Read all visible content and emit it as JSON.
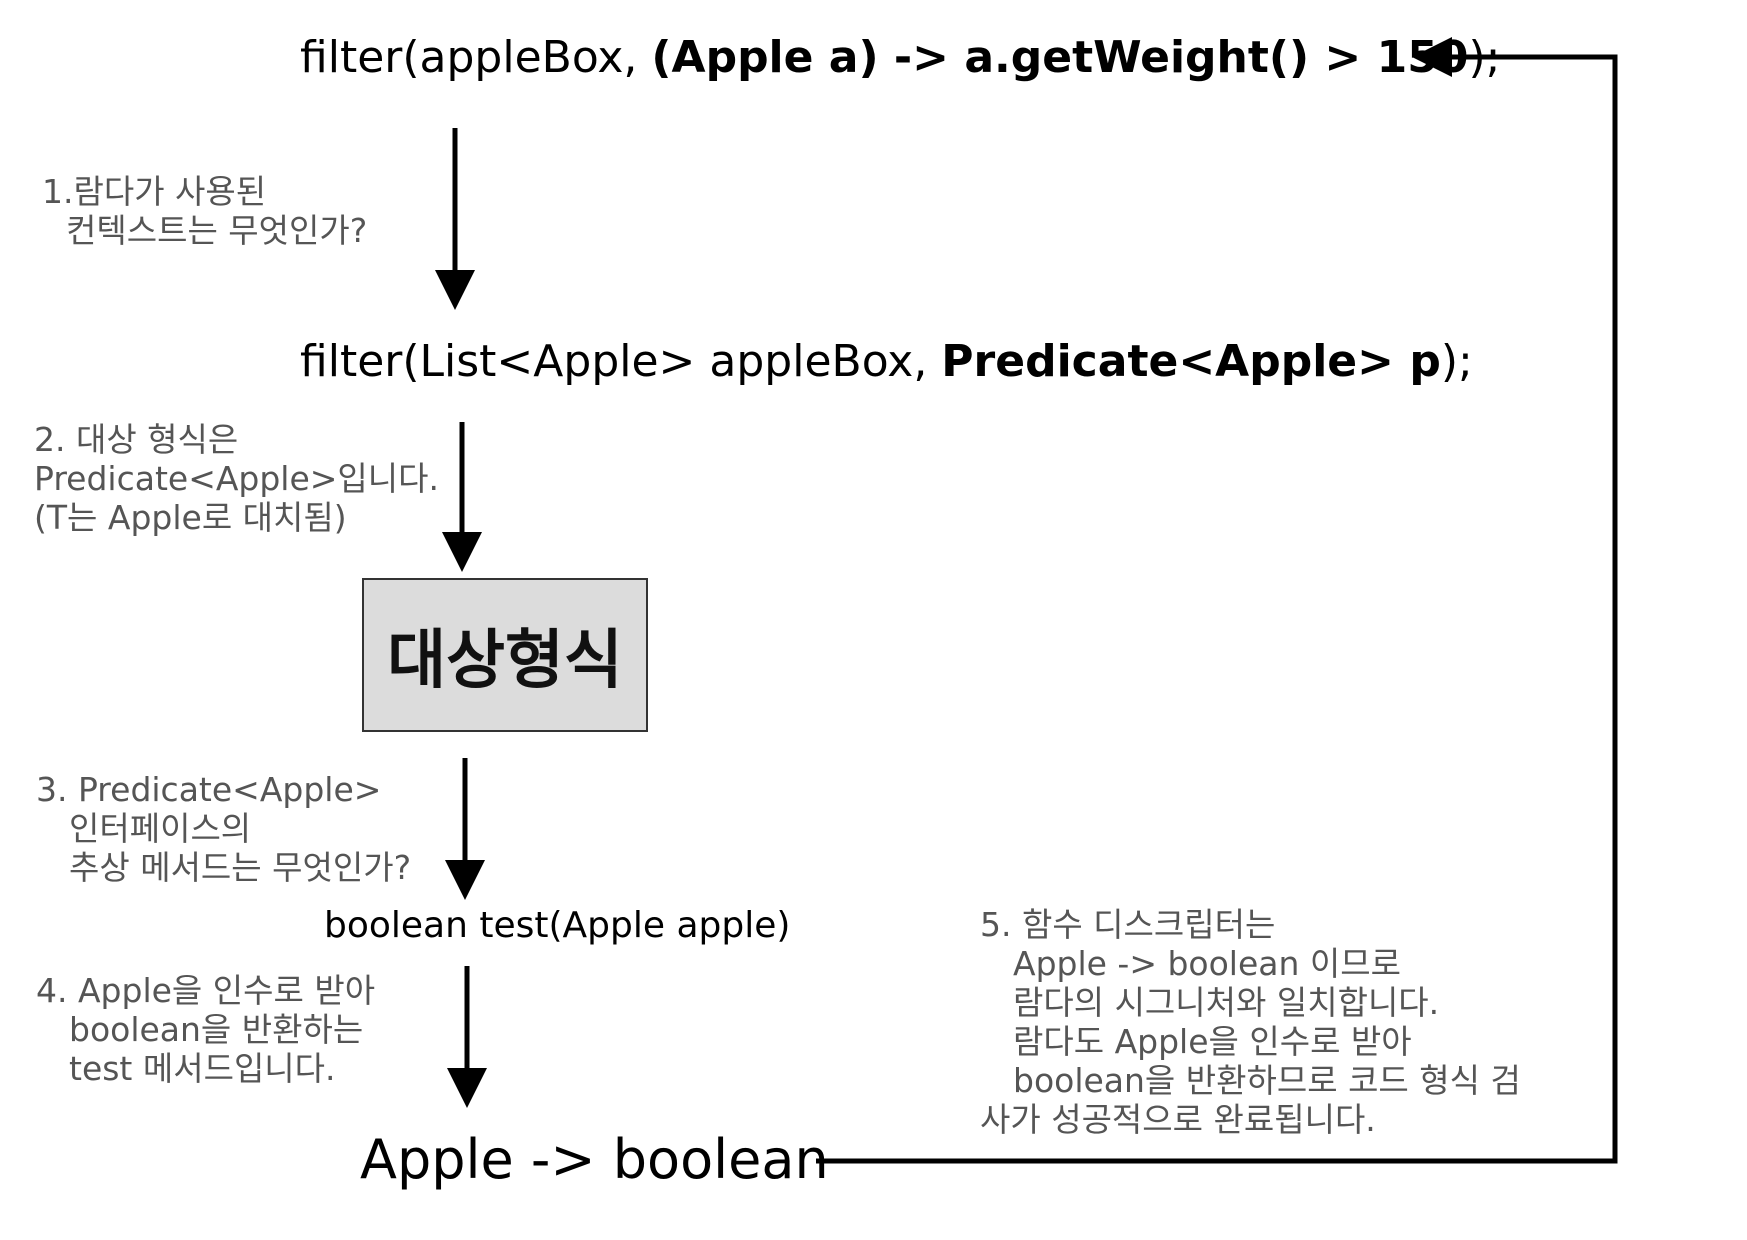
{
  "line1": {
    "prefix": "filter(appleBox, ",
    "lambda": "(Apple a) -> a.getWeight() > 150",
    "suffix": ");"
  },
  "line2": {
    "prefix": "filter(List<Apple> appleBox, ",
    "param": "Predicate<Apple> p",
    "suffix": ");"
  },
  "step1": [
    "1.람다가 사용된",
    "컨텍스트는 무엇인가?"
  ],
  "step2": [
    "2. 대상 형식은",
    "Predicate<Apple>입니다.",
    "(T는 Apple로 대치됨)"
  ],
  "target_box": "대상형식",
  "step3": [
    "3. Predicate<Apple>",
    "인터페이스의",
    "추상 메서드는 무엇인가?"
  ],
  "method_signature": "boolean test(Apple apple)",
  "step4": [
    "4. Apple을 인수로 받아",
    "boolean을 반환하는",
    "test 메서드입니다."
  ],
  "step5": [
    "5. 함수 디스크립터는",
    "Apple -> boolean 이므로",
    "람다의 시그니처와 일치합니다.",
    "람다도 Apple을 인수로 받아",
    "boolean을 반환하므로 코드 형식 검",
    "사가 성공적으로 완료됩니다."
  ],
  "result": "Apple -> boolean",
  "colors": {
    "text": "#000000",
    "note_text": "#555555",
    "box_fill": "#dcdcdc",
    "box_border": "#333333",
    "arrow": "#000000"
  }
}
